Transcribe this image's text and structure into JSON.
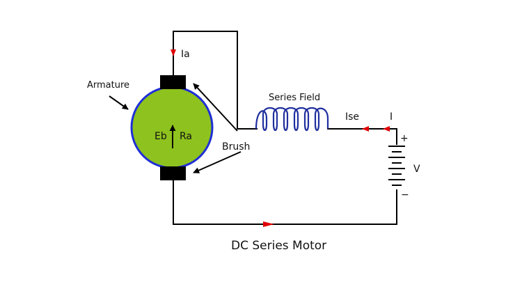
{
  "diagram": {
    "title": "DC Series Motor",
    "labels": {
      "armature": "Armature",
      "armature_current": "Ia",
      "series_field": "Series Field",
      "series_field_current": "Ise",
      "line_current": "I",
      "brush": "Brush",
      "back_emf": "Eb",
      "armature_resistance": "Ra",
      "supply_voltage": "V",
      "plus": "+",
      "minus": "−"
    },
    "colors": {
      "wire": "#000000",
      "armature_fill": "#8ec21e",
      "armature_border": "#1f2fd6",
      "field_coil": "#1f2f9e",
      "current_arrow": "#e00000"
    }
  }
}
